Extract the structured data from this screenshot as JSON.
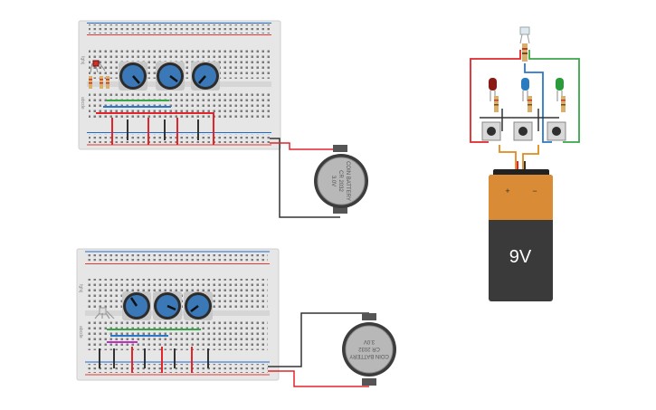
{
  "canvas": {
    "title": "Circuit design canvas"
  },
  "components": {
    "coin_battery_1": {
      "line1": "COIN BATTERY",
      "line2": "CR 2032",
      "line3": "3.0V"
    },
    "coin_battery_2": {
      "line1": "COIN BATTERY",
      "line2": "CR 2032",
      "line3": "3.0V"
    },
    "nine_volt_battery": {
      "label": "9V",
      "plus": "+",
      "minus": "−"
    },
    "breadboard_top": {
      "row_letters_left": "abcde",
      "row_letters_right": "fghij"
    },
    "breadboard_bottom": {
      "row_letters_left": "abcde",
      "row_letters_right": "fghij"
    }
  },
  "colors": {
    "wire_red": "#e0262b",
    "wire_black": "#333333",
    "wire_green": "#3aa64a",
    "wire_blue": "#2b78c8",
    "wire_orange": "#e08a1e",
    "wire_magenta": "#c030c0",
    "pot_blue": "#3a78b8",
    "battery_body": "#3a3a3a",
    "battery_top": "#d98b36",
    "breadboard": "#e9e9e9"
  }
}
